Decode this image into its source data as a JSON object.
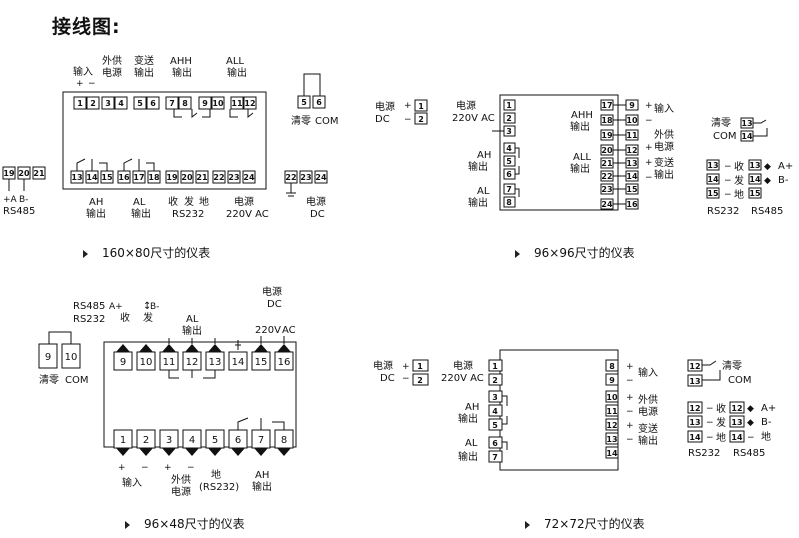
{
  "title": "接线图:",
  "captions": {
    "d160x80": "160×80尺寸的仪表",
    "d96x96": "96×96尺寸的仪表",
    "d96x48": "96×48尺寸的仪表",
    "d72x72": "72×72尺寸的仪表"
  },
  "t": {
    "input": "输入",
    "ext1": "外供",
    "ext2": "电源",
    "ret1": "变送",
    "ret2": "输出",
    "ahh1": "AHH",
    "all1": "ALL",
    "out": "输出",
    "ah": "AH",
    "al": "AL",
    "recv": "收",
    "send": "发",
    "gnd": "地",
    "rs232": "RS232",
    "rs485": "RS485",
    "v220": "220V AC",
    "v220b": "220V",
    "ac": "AC",
    "pwr": "电源",
    "dc": "DC",
    "clr": "清零",
    "com": "COM",
    "gndp": "(RS232)",
    "aplus": "A+",
    "bminus": "B-",
    "ap": "+A",
    "bm": "B-"
  }
}
